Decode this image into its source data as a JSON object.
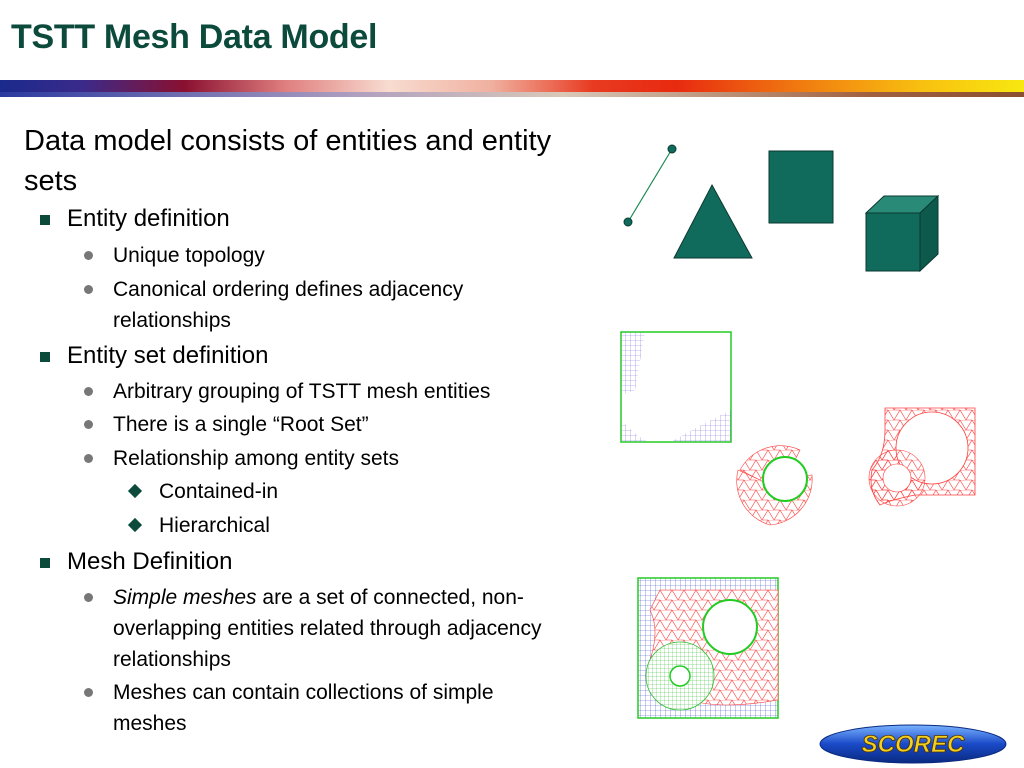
{
  "slide": {
    "title": "TSTT Mesh Data Model",
    "intro": "Data model consists of entities and entity sets",
    "bullets": [
      {
        "label": "Entity definition",
        "subs": [
          {
            "text": "Unique topology"
          },
          {
            "text": "Canonical ordering defines adjacency relationships"
          }
        ]
      },
      {
        "label": "Entity set definition",
        "subs": [
          {
            "text": "Arbitrary grouping of TSTT mesh entities"
          },
          {
            "text": "There is a single “Root Set”"
          },
          {
            "text": "Relationship among entity sets"
          }
        ],
        "subsubs": [
          "Contained-in",
          "Hierarchical"
        ]
      },
      {
        "label": "Mesh Definition",
        "subs": [
          {
            "italic": "Simple meshes",
            "text": " are a set of connected, non-overlapping entities related through adjacency relationships"
          },
          {
            "text": "Meshes can contain collections of simple meshes"
          }
        ]
      }
    ]
  },
  "logo": {
    "text": "SCOREC"
  },
  "colors": {
    "title": "#0c4a3c",
    "entity_fill": "#116b5c",
    "mesh_red": "#ff3030",
    "mesh_green": "#22cc22",
    "mesh_blue": "#2233bb"
  }
}
